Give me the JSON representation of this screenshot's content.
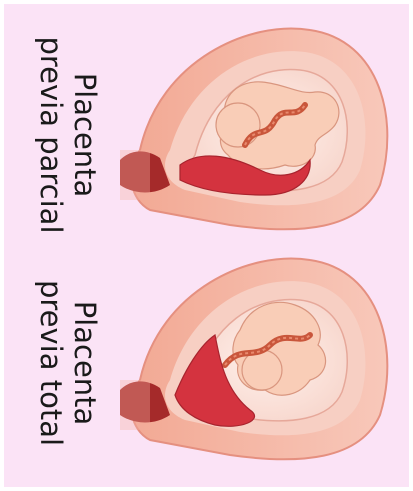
{
  "labels": {
    "partial": {
      "line1": "Placenta",
      "line2": "previa parcial"
    },
    "total": {
      "line1": "Placenta",
      "line2": "previa total"
    }
  },
  "colors": {
    "background": "#fbe3f6",
    "uterus_outer": "#f6b3a3",
    "uterus_wall": "#f7cfc3",
    "amniotic_sac": "#ffe6de",
    "fetus_skin": "#f9cdb7",
    "placenta": "#d4333f",
    "umbilical_cord": "#c9563b",
    "cervix": "#a52a2a"
  }
}
